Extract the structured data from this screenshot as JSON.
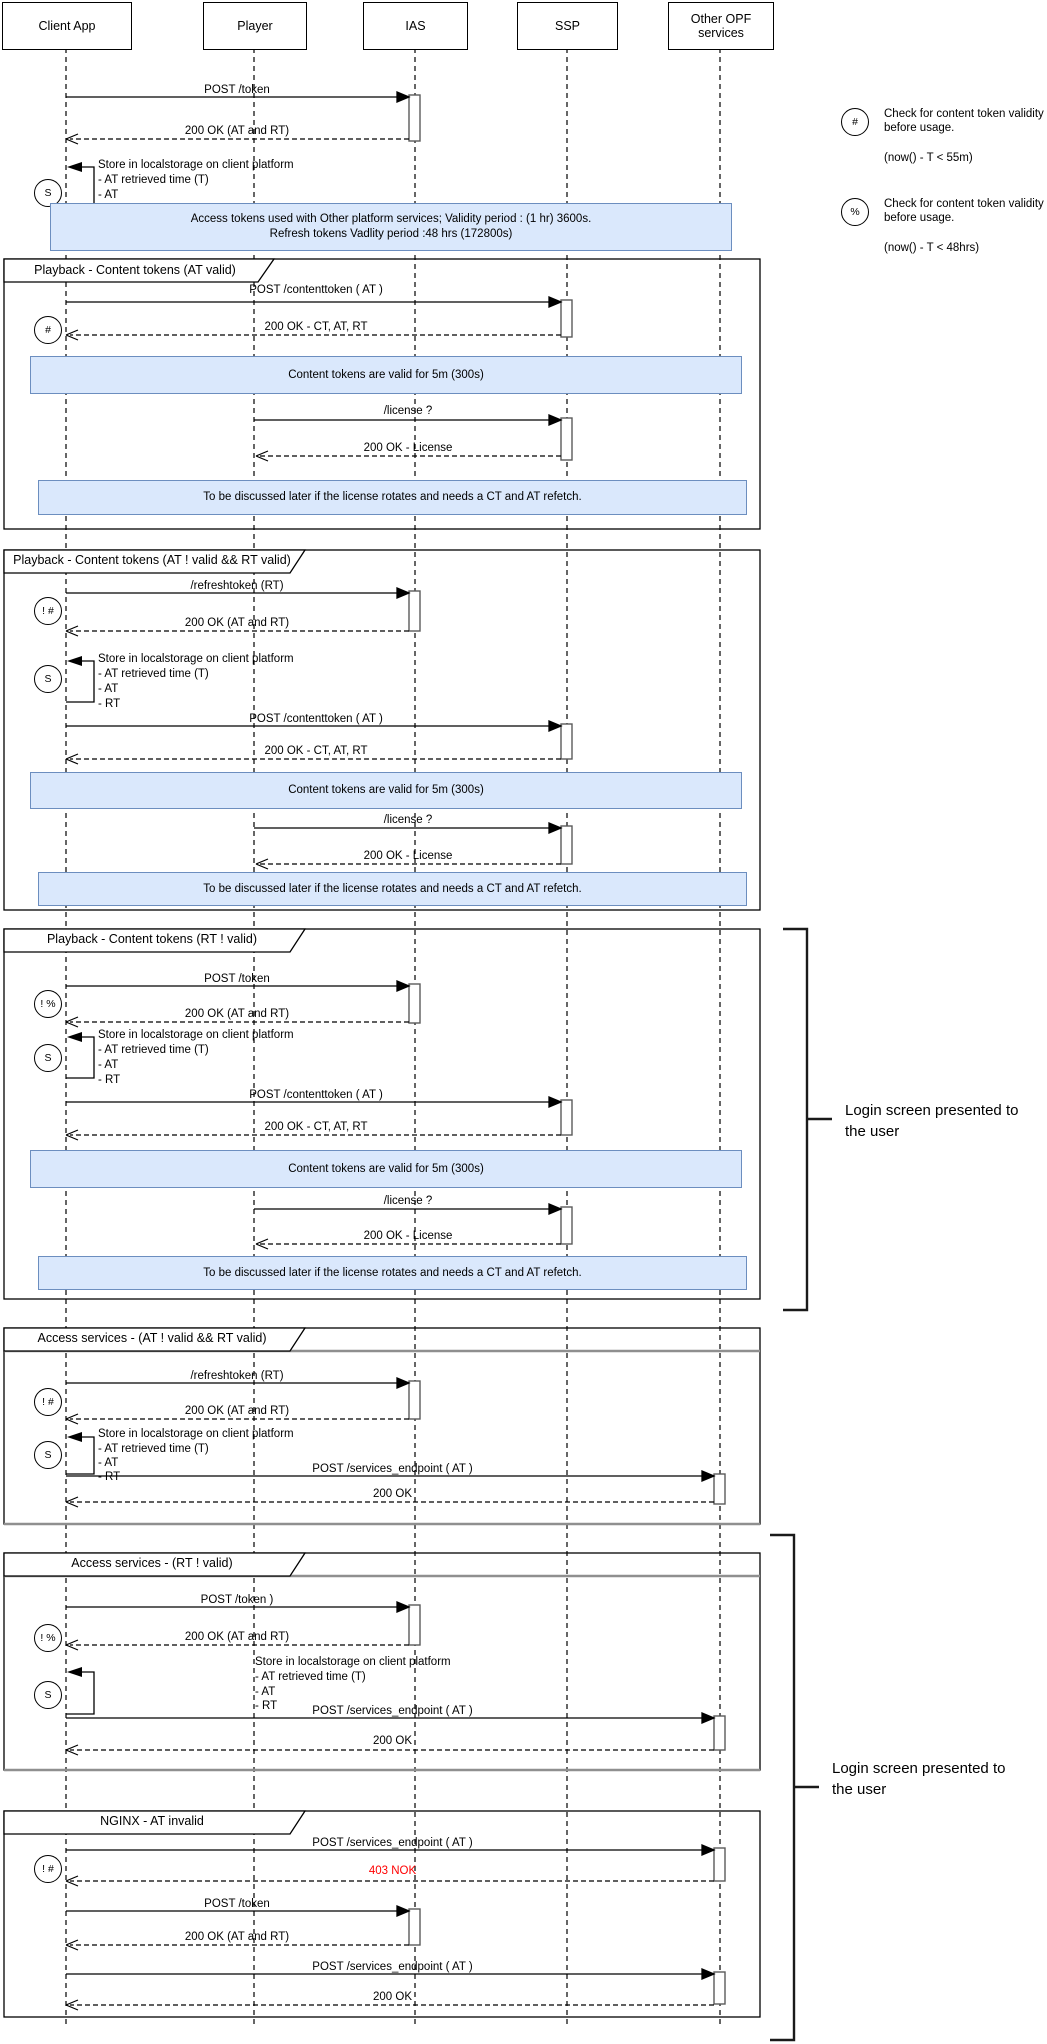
{
  "actors": [
    "Client App",
    "Player",
    "IAS",
    "SSP",
    "Other OPF services"
  ],
  "legend": {
    "hash": {
      "symbol": "#",
      "text": "Check for content token validity before usage.",
      "condition": "(now() - T < 55m)"
    },
    "percent": {
      "symbol": "%",
      "text": "Check for content token validity before usage.",
      "condition": "(now() - T < 48hrs)"
    }
  },
  "badges": {
    "hash": "#",
    "bang_hash": "! #",
    "bang_percent": "! %"
  },
  "store": {
    "badge": "S",
    "title": "Store in localstorage on client platform",
    "item1": "- AT retrieved time (T)",
    "item2": "- AT",
    "item3": "- RT"
  },
  "messages": {
    "post_token": "POST /token",
    "post_token_paren": "POST /token )",
    "ok_at_rt": "200 OK (AT and RT)",
    "post_contenttoken": "POST /contenttoken ( AT )",
    "ok_ct_at_rt": "200 OK - CT, AT, RT",
    "license": "/license ?",
    "ok_license": "200 OK - License",
    "refreshtoken": "/refreshtoken (RT)",
    "post_services": "POST /services_endpoint ( AT )",
    "ok": "200 OK",
    "nok": "403 NOK"
  },
  "notes": {
    "tokens_line1": "Access tokens used with Other platform services; Validity period : (1 hr) 3600s.",
    "tokens_line2": "Refresh tokens Vadlity period :48 hrs (172800s)",
    "ct_valid": "Content tokens are valid for 5m (300s)",
    "discuss": "To be discussed later if the license rotates and needs a CT and AT refetch."
  },
  "frames": {
    "f1": "Playback - Content tokens (AT valid)",
    "f2": "Playback - Content tokens (AT ! valid && RT valid)",
    "f3": "Playback - Content tokens (RT ! valid)",
    "f4": "Access services - (AT ! valid && RT valid)",
    "f5": "Access services - (RT ! valid)",
    "f6": "NGINX - AT invalid"
  },
  "annotations": {
    "login": "Login screen presented to the user"
  }
}
